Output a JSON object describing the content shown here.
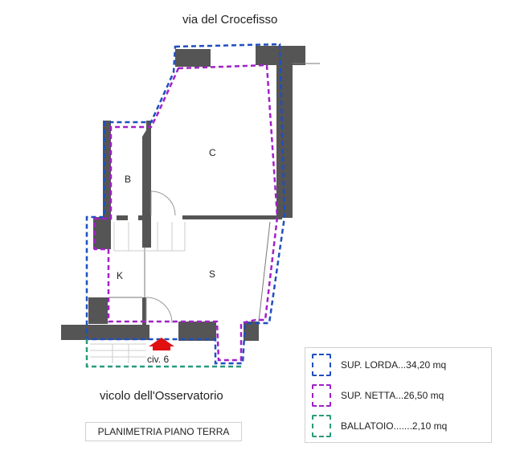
{
  "streets": {
    "top": "via del Crocefisso",
    "bottom": "vicolo dell'Osservatorio"
  },
  "rooms": {
    "b": "B",
    "c": "C",
    "k": "K",
    "s": "S"
  },
  "entrance": {
    "label": "civ. 6",
    "arrow_color": "#e01010"
  },
  "title": "PLANIMETRIA PIANO TERRA",
  "legend": [
    {
      "label": "SUP. LORDA...34,20 mq",
      "color": "#1f4fbf"
    },
    {
      "label": "SUP. NETTA...26,50 mq",
      "color": "#a020c8"
    },
    {
      "label": "BALLATOIO.......2,10 mq",
      "color": "#2a9a7a"
    }
  ],
  "colors": {
    "wall": "#555555",
    "gross": "#1f4fbf",
    "net": "#a020c8",
    "balcony": "#2a9a7a"
  }
}
